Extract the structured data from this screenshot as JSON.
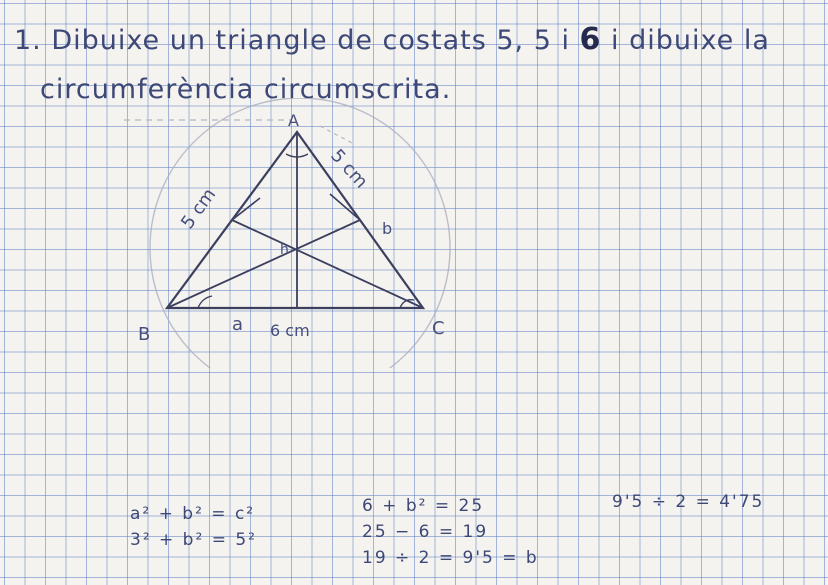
{
  "exercise": {
    "title_line1_pre": "1. Dibuixe un triangle de costats 5, 5 i ",
    "title_line1_bold": "6",
    "title_line1_post": " i dibuixe la",
    "title_line2": "circumferència circumscrita."
  },
  "figure": {
    "vertex_a": "A",
    "vertex_b": "B",
    "vertex_c": "C",
    "side_left_label": "5 cm",
    "side_right_label": "5 cm",
    "base_label": "6 cm",
    "label_a_lower": "a",
    "label_b_lower": "b",
    "label_h": "h"
  },
  "work": {
    "col1": [
      "a² + b² = c²",
      "3² + b² = 5²"
    ],
    "col2": [
      "6 + b² = 25",
      "25 − 6 = 19",
      "19 ÷ 2 = 9'5 = b"
    ],
    "col3": [
      "9'5 ÷ 2 = 4'75"
    ]
  },
  "colors": {
    "ink": "#3e4876",
    "grid": "#6080c4",
    "paper": "#f4f3ef"
  }
}
